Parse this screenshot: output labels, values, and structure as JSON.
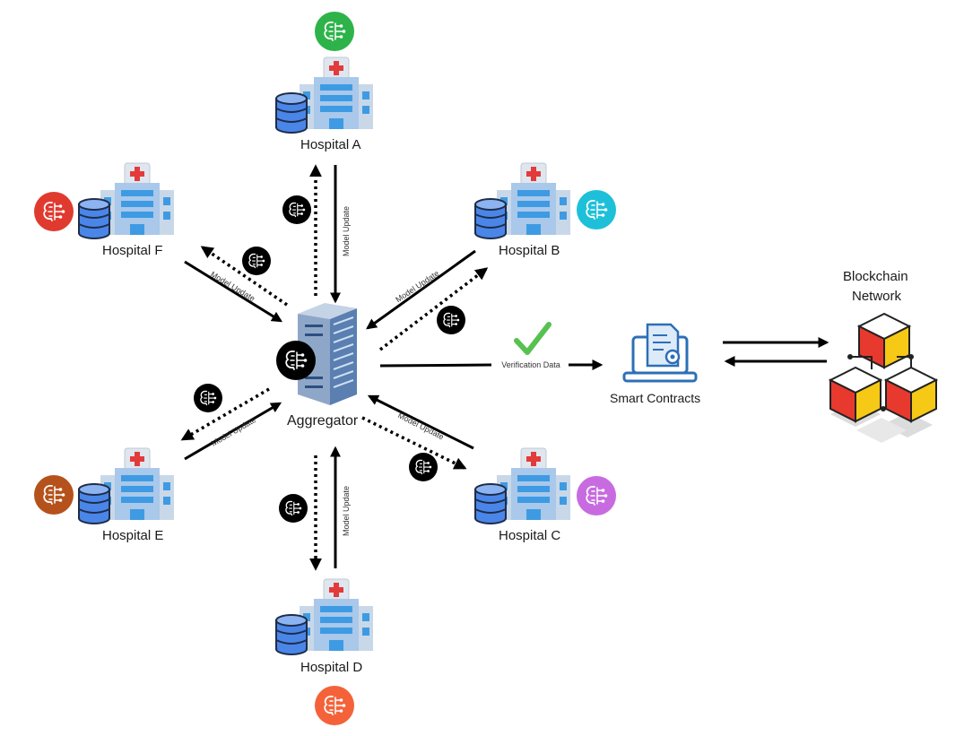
{
  "hospitals": {
    "a": {
      "label": "Hospital A",
      "color": "#2db34a"
    },
    "b": {
      "label": "Hospital B",
      "color": "#1ec0d9"
    },
    "c": {
      "label": "Hospital C",
      "color": "#c86be0"
    },
    "d": {
      "label": "Hospital D",
      "color": "#f4623a"
    },
    "e": {
      "label": "Hospital E",
      "color": "#b5521b"
    },
    "f": {
      "label": "Hospital F",
      "color": "#e03a2f"
    }
  },
  "aggregator": {
    "label": "Aggregator"
  },
  "smart_contracts": {
    "label": "Smart Contracts"
  },
  "blockchain": {
    "label_line1": "Blockchain",
    "label_line2": "Network"
  },
  "edges": {
    "model_update": "Model Update",
    "verification": "Verification Data"
  },
  "icons": {
    "model": "brain-circuit-icon",
    "hospital": "hospital-building-icon",
    "database": "database-icon",
    "server": "server-rack-icon",
    "check": "checkmark-icon",
    "laptop": "laptop-document-icon",
    "blockchain": "blockchain-cubes-icon"
  },
  "colors": {
    "arrow": "#000000",
    "building": "#a9c8ea",
    "window": "#3e9be3",
    "cross": "#e33b3b",
    "database": "#4a86e8",
    "check": "#57c24f",
    "cube_red": "#e8392e",
    "cube_yellow": "#f5c915"
  }
}
